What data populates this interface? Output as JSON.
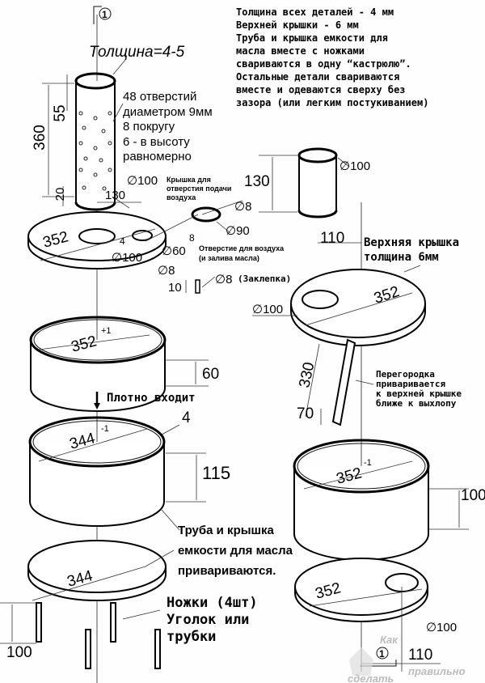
{
  "notes": {
    "general": [
      "Толщина всех деталей - 4 мм",
      "Верхней крышки - 6 мм",
      "Труба и крышка емкости для",
      "масла вместе с ножками",
      "свариваются в одну “кастрюлю”.",
      "Остальные детали свариваются",
      "вместе и одеваются сверху без",
      "зазора (или легким постукиванием)"
    ],
    "section_marker": "1",
    "thickness": "Толщина=4-5",
    "holes": [
      "48 отверстий",
      "диаметром 9мм",
      "8 покругу",
      "6 - в высоту",
      "равномерно"
    ],
    "air_cap": [
      "Крышка для",
      "отверстия подачи",
      "воздуха"
    ],
    "air_hole": [
      "Отверстие для воздуха",
      "(и залива масла)"
    ],
    "rivet": "(Заклепка)",
    "fits": "Плотно входит",
    "welded": [
      "Труба и крышка",
      "емкости для масла",
      "привариваются."
    ],
    "legs": [
      "Ножки (4шт)",
      "Уголок или",
      "трубки"
    ],
    "top_lid": [
      "Верхняя крышка",
      "толщина 6мм"
    ],
    "partition": [
      "Перегородка",
      "приваривается",
      "к верхней крышке",
      "ближе к выхлопу"
    ],
    "watermark": [
      "Как",
      "правильно",
      "сделать"
    ]
  },
  "dims": {
    "d360": "360",
    "d55": "55",
    "d20": "20",
    "tube_d": "∅100",
    "d130a": "130",
    "d130b": "130",
    "d8a": "∅8",
    "d90": "∅90",
    "d8b": "8",
    "d352a": "352",
    "d4a": "4",
    "d60a": "∅60",
    "d100a": "∅100",
    "d8c": "∅8",
    "d10": "10",
    "d8d": "∅8",
    "ring_d": "352",
    "ring_tol": "+1",
    "d60": "60",
    "lid_d": "344",
    "lid_tol": "-1",
    "d4b": "4",
    "d115": "115",
    "d344": "344",
    "leg100": "100",
    "rtube_d": "∅100",
    "d110a": "110",
    "d352b": "352",
    "d100b": "∅100",
    "d330": "330",
    "d70": "70",
    "rcyl_d": "352",
    "rcyl_tol": "-1",
    "d100c": "100",
    "d352c": "352",
    "d100d": "∅100",
    "d110b": "110",
    "marker2": "1"
  }
}
